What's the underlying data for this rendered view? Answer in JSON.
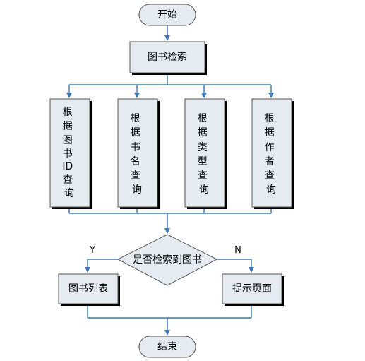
{
  "flowchart": {
    "start_label": "开始",
    "search_label": "图书检索",
    "query_boxes": [
      {
        "lines": [
          "根",
          "据",
          "图",
          "书",
          "ID",
          "查",
          "询"
        ]
      },
      {
        "lines": [
          "根",
          "据",
          "书",
          "名",
          "查",
          "询"
        ]
      },
      {
        "lines": [
          "根",
          "据",
          "类",
          "型",
          "查",
          "询"
        ]
      },
      {
        "lines": [
          "根",
          "据",
          "作",
          "者",
          "查",
          "询"
        ]
      }
    ],
    "decision_label": "是否检索到图书",
    "yes_label": "Y",
    "no_label": "N",
    "book_list_label": "图书列表",
    "prompt_page_label": "提示页面",
    "end_label": "结束"
  },
  "colors": {
    "box_fill": "#e6ebf2",
    "box_stroke": "#555555",
    "shadow": "#000000",
    "arrow": "#3a78b8"
  }
}
